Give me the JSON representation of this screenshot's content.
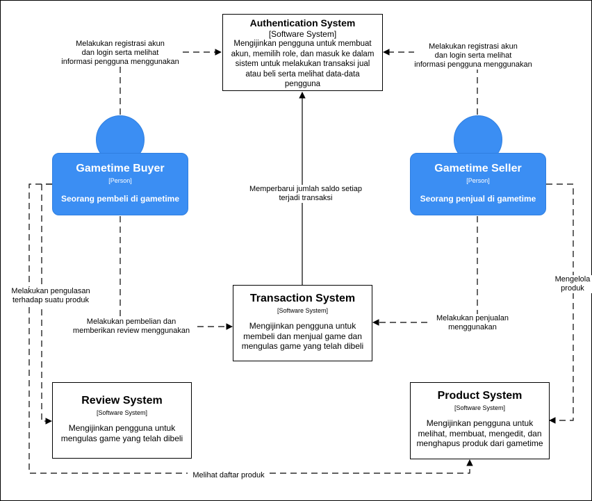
{
  "nodes": {
    "auth": {
      "title": "Authentication System",
      "tag": "[Software System]",
      "desc_lines": [
        "Mengijinkan pengguna untuk membuat",
        "akun, memilih role, dan masuk ke dalam",
        "sistem untuk melakukan transaksi jual",
        "atau beli serta melihat data-data",
        "pengguna"
      ]
    },
    "buyer": {
      "title": "Gametime Buyer",
      "tag": "[Person]",
      "desc": "Seorang pembeli di gametime"
    },
    "seller": {
      "title": "Gametime Seller",
      "tag": "[Person]",
      "desc": "Seorang penjual di gametime"
    },
    "transaction": {
      "title": "Transaction System",
      "tag": "[Software System]",
      "desc_lines": [
        "Mengijinkan pengguna untuk",
        "membeli dan menjual game dan",
        "mengulas game yang telah dibeli"
      ]
    },
    "review": {
      "title": "Review System",
      "tag": "[Software System]",
      "desc_lines": [
        "Mengijinkan pengguna untuk",
        "mengulas game yang telah dibeli"
      ]
    },
    "product": {
      "title": "Product System",
      "tag": "[Software System]",
      "desc_lines": [
        "Mengijinkan pengguna untuk",
        "melihat, membuat, mengedit, dan",
        "menghapus produk dari gametime"
      ]
    }
  },
  "edges": {
    "buyer_auth": [
      "Melakukan registrasi akun",
      "dan login serta melihat",
      "informasi pengguna menggunakan"
    ],
    "seller_auth": [
      "Melakukan registrasi akun",
      "dan login serta melihat",
      "informasi pengguna menggunakan"
    ],
    "trans_auth": [
      "Memperbarui jumlah saldo setiap",
      "terjadi transaksi"
    ],
    "buyer_review": [
      "Melakukan pengulasan",
      "terhadap suatu produk"
    ],
    "buyer_trans": [
      "Melakukan pembelian dan",
      "memberikan review menggunakan"
    ],
    "seller_trans": [
      "Melakukan penjualan",
      "menggunakan"
    ],
    "seller_product": [
      "Mengelola",
      "produk"
    ],
    "buyer_product": [
      "Melihat daftar produk"
    ]
  }
}
